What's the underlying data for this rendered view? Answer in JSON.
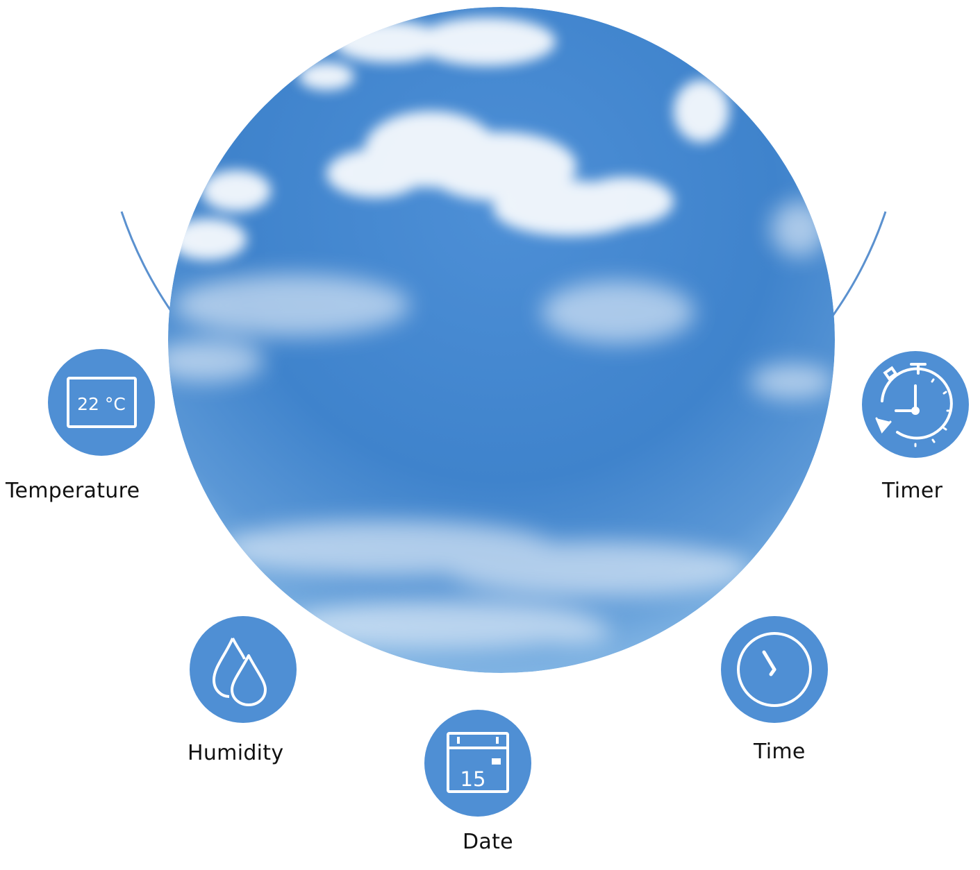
{
  "colors": {
    "accent": "#4f8fd4",
    "ring": "#5b91cf",
    "sky_top": "#3f84cf",
    "sky_bottom": "#8cbde9",
    "label_text": "#111111"
  },
  "features": [
    {
      "id": "temperature",
      "label": "Temperature",
      "icon": "thermometer-display-icon",
      "display_value": "22 °C"
    },
    {
      "id": "humidity",
      "label": "Humidity",
      "icon": "water-drops-icon"
    },
    {
      "id": "date",
      "label": "Date",
      "icon": "calendar-icon",
      "display_value": "15"
    },
    {
      "id": "time",
      "label": "Time",
      "icon": "clock-icon"
    },
    {
      "id": "timer",
      "label": "Timer",
      "icon": "stopwatch-icon"
    }
  ]
}
